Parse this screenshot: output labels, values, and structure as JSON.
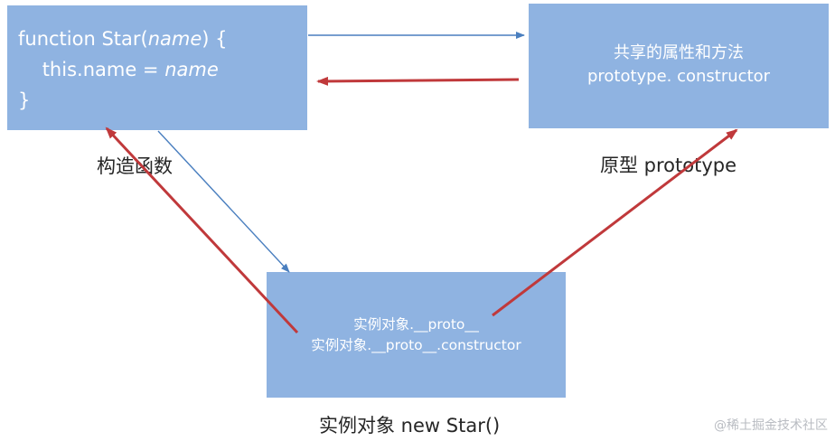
{
  "constructor_box": {
    "line1_pre": "function Star(",
    "line1_param": "name",
    "line1_post": ") {",
    "line2_pre": "    this.name = ",
    "line2_param": "name",
    "line3": "}"
  },
  "prototype_box": {
    "line1": "共享的属性和方法",
    "line2": "prototype. constructor"
  },
  "instance_box": {
    "line1": "实例对象.__proto__",
    "line2": "实例对象.__proto__.constructor"
  },
  "captions": {
    "constructor": "构造函数",
    "prototype": "原型 prototype",
    "instance": "实例对象 new Star()"
  },
  "watermark": "@稀土掘金技术社区",
  "colors": {
    "box_fill": "#8fb3e1",
    "blue_arrow": "#4a7fbf",
    "red_arrow": "#c0393b"
  }
}
